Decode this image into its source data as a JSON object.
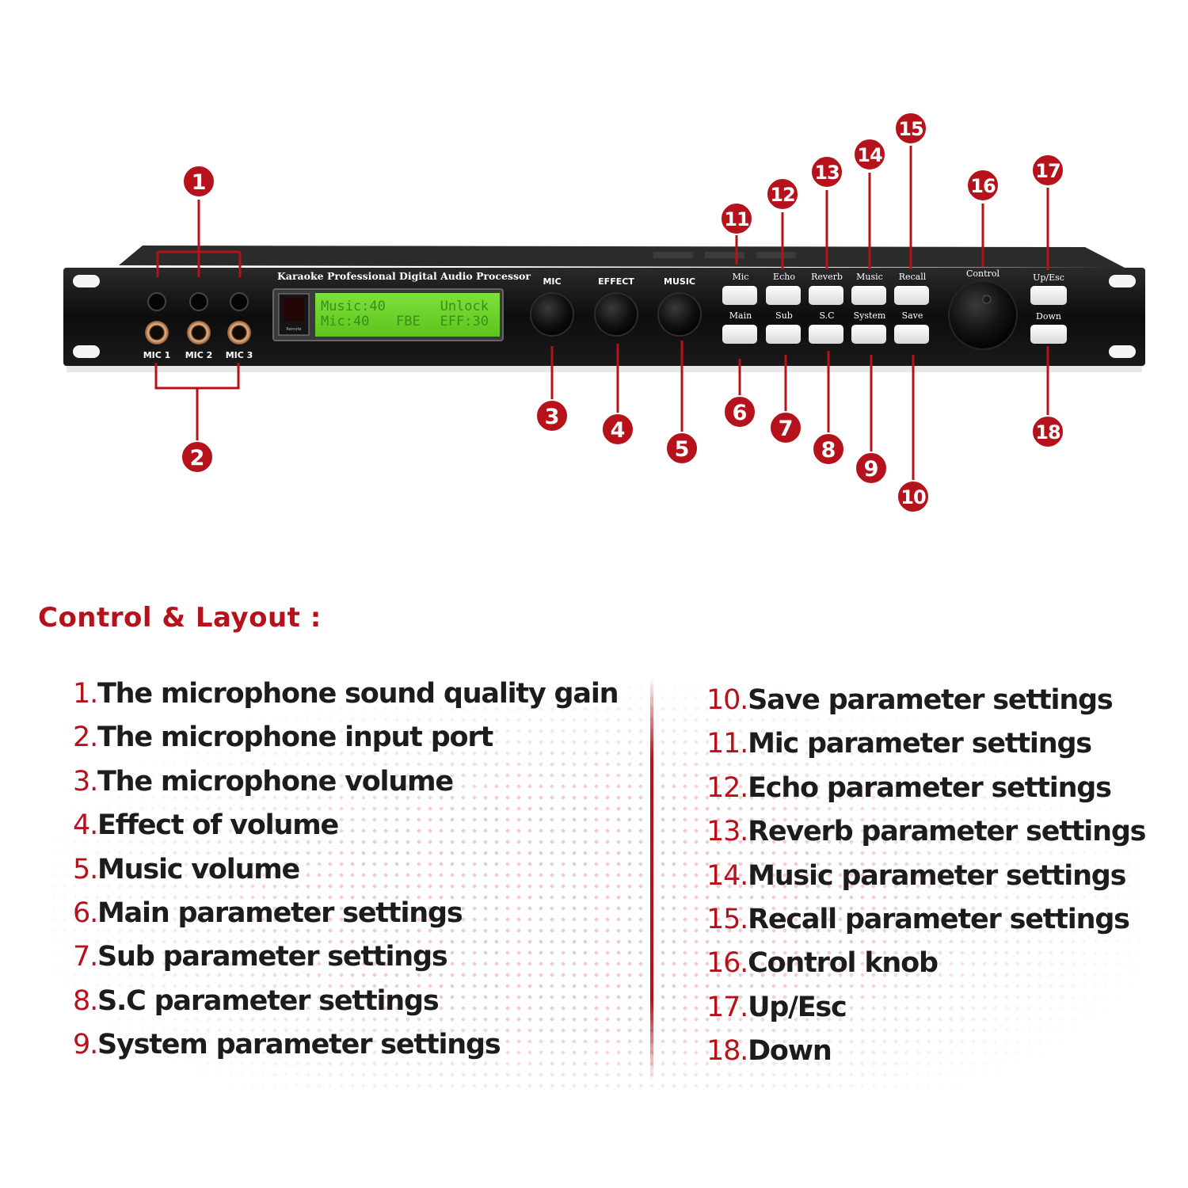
{
  "device": {
    "model_text": "Karaoke Professional Digital Audio Processor",
    "lcd_lines": [
      {
        "left": "Music:40",
        "right": "Unlock"
      },
      {
        "left": "Mic:40",
        "mid": "FBE",
        "right": "EFF:30"
      }
    ],
    "remote_label": "Remote",
    "mic_jack_labels": [
      "MIC 1",
      "MIC 2",
      "MIC 3"
    ],
    "knob_labels": [
      "MIC",
      "EFFECT",
      "MUSIC"
    ],
    "top_button_labels": [
      "Mic",
      "Echo",
      "Reverb",
      "Music",
      "Recall"
    ],
    "bottom_button_labels": [
      "Main",
      "Sub",
      "S.C",
      "System",
      "Save"
    ],
    "control_label": "Control",
    "up_esc_label": "Up/Esc",
    "down_label": "Down"
  },
  "callout_numbers": [
    "1",
    "2",
    "3",
    "4",
    "5",
    "6",
    "7",
    "8",
    "9",
    "10",
    "11",
    "12",
    "13",
    "14",
    "15",
    "16",
    "17",
    "18"
  ],
  "legend": {
    "heading": "Control & Layout :",
    "left_items": [
      {
        "num": "1.",
        "text": "The microphone sound quality gain"
      },
      {
        "num": "2.",
        "text": "The microphone input port"
      },
      {
        "num": "3.",
        "text": "The microphone volume"
      },
      {
        "num": "4.",
        "text": "Effect of volume"
      },
      {
        "num": "5.",
        "text": "Music volume"
      },
      {
        "num": "6.",
        "text": "Main parameter settings"
      },
      {
        "num": "7.",
        "text": "Sub parameter settings"
      },
      {
        "num": "8.",
        "text": "S.C parameter settings"
      },
      {
        "num": "9.",
        "text": "System parameter settings"
      }
    ],
    "right_items": [
      {
        "num": "10.",
        "text": "Save parameter settings"
      },
      {
        "num": "11.",
        "text": "Mic parameter settings"
      },
      {
        "num": "12.",
        "text": "Echo parameter settings"
      },
      {
        "num": "13.",
        "text": "Reverb parameter settings"
      },
      {
        "num": "14.",
        "text": "Music parameter settings"
      },
      {
        "num": "15.",
        "text": "Recall parameter settings"
      },
      {
        "num": "16.",
        "text": "Control knob"
      },
      {
        "num": "17.",
        "text": "Up/Esc"
      },
      {
        "num": "18.",
        "text": "Down"
      }
    ]
  },
  "colors": {
    "accent_red": "#b5121b",
    "lcd_green": "#6fd42a",
    "panel": "#111111"
  }
}
